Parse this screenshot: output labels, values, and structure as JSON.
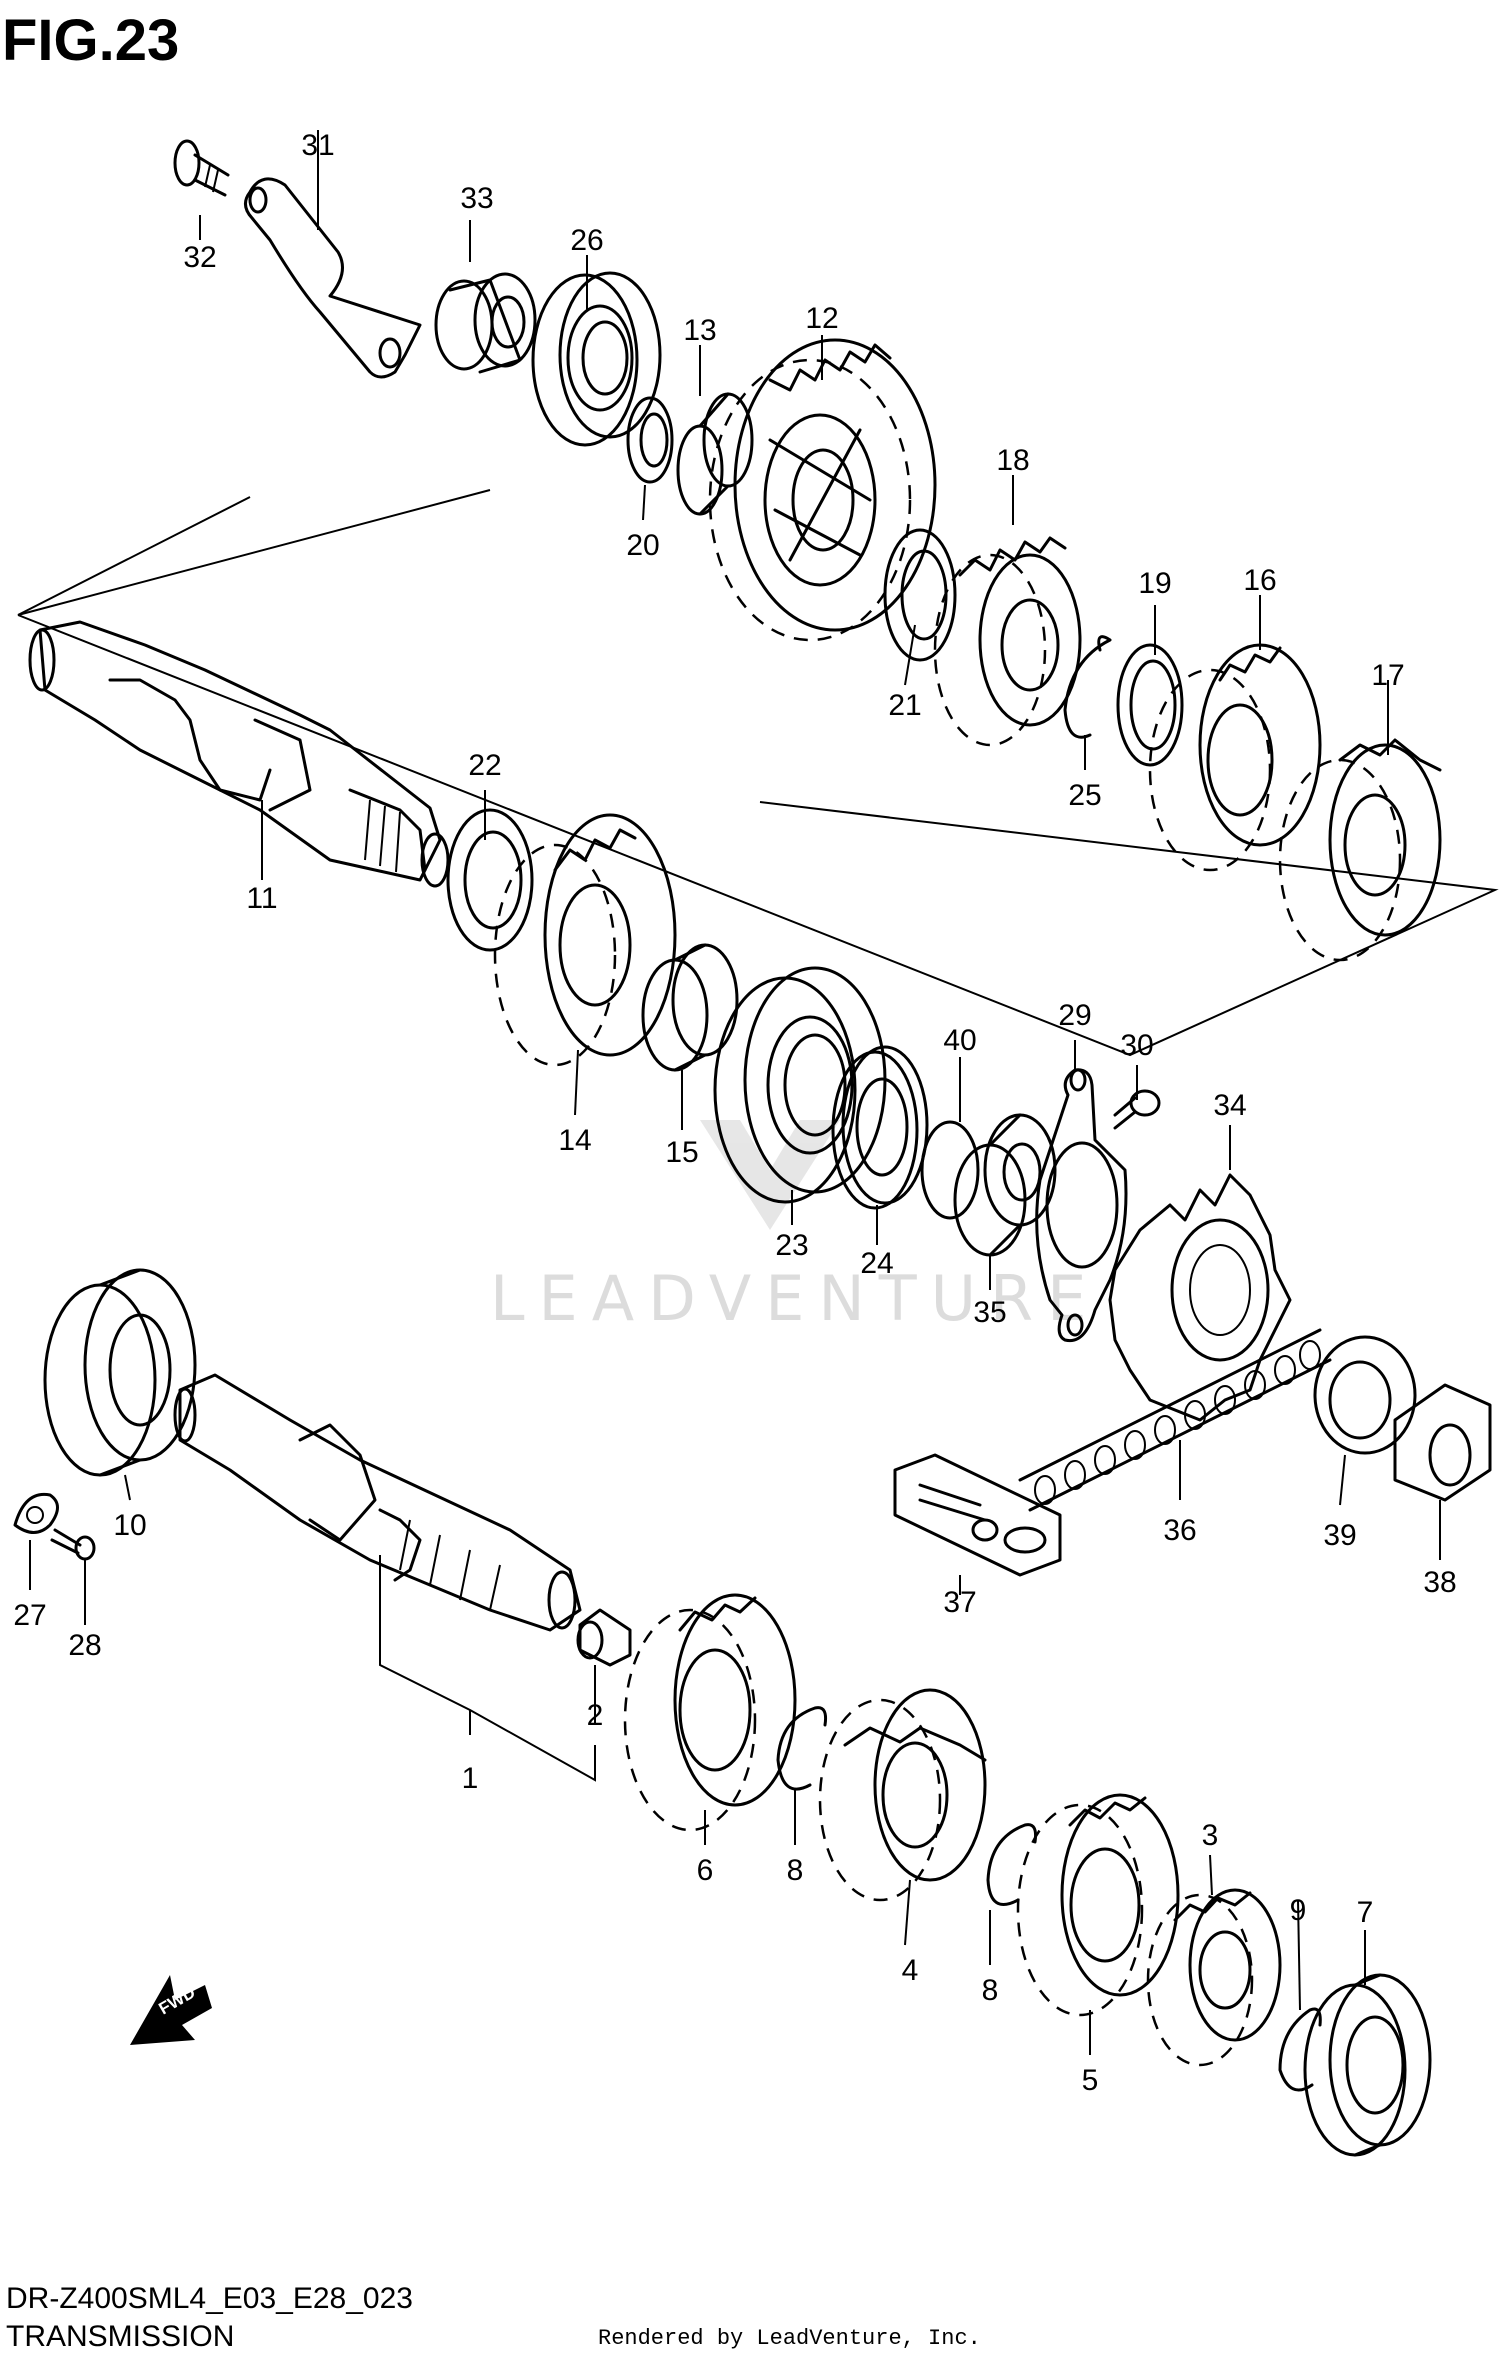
{
  "figure": {
    "title": "FIG.23",
    "code": "DR-Z400SML4_E03_E28_023",
    "name": "TRANSMISSION",
    "rendered_by": "Rendered by LeadVenture, Inc.",
    "watermark": "LEADVENTURE"
  },
  "fwd_label": "FWD",
  "callouts": [
    "1",
    "2",
    "3",
    "4",
    "5",
    "6",
    "7",
    "8",
    "8",
    "9",
    "10",
    "11",
    "12",
    "13",
    "14",
    "15",
    "16",
    "17",
    "18",
    "19",
    "20",
    "21",
    "22",
    "23",
    "24",
    "25",
    "26",
    "27",
    "28",
    "29",
    "30",
    "31",
    "32",
    "33",
    "34",
    "35",
    "36",
    "37",
    "38",
    "39",
    "40"
  ]
}
